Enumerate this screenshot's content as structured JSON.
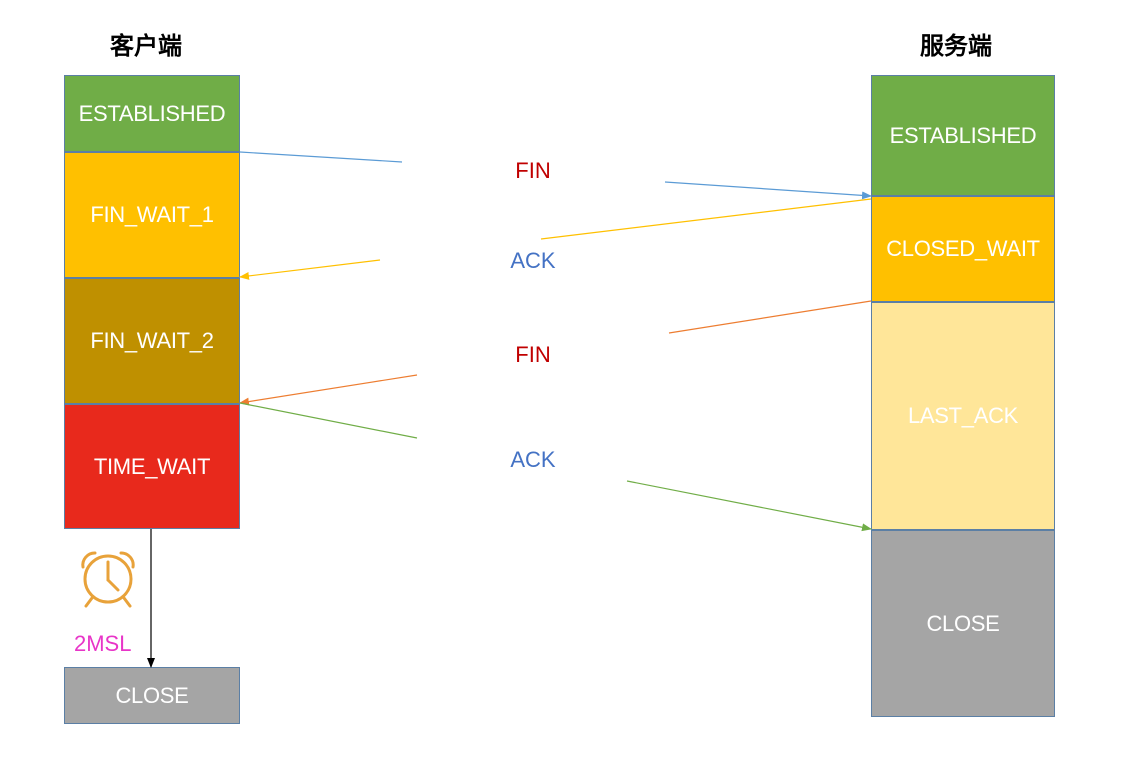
{
  "client": {
    "title": "客户端",
    "states": {
      "established": "ESTABLISHED",
      "fin_wait_1": "FIN_WAIT_1",
      "fin_wait_2": "FIN_WAIT_2",
      "time_wait": "TIME_WAIT",
      "close": "CLOSE"
    },
    "timer_label": "2MSL"
  },
  "server": {
    "title": "服务端",
    "states": {
      "established": "ESTABLISHED",
      "closed_wait": "CLOSED_WAIT",
      "last_ack": "LAST_ACK",
      "close": "CLOSE"
    }
  },
  "messages": {
    "fin1": "FIN",
    "ack1": "ACK",
    "fin2": "FIN",
    "ack2": "ACK"
  },
  "colors": {
    "established": "#70ad47",
    "fin_wait_1": "#ffc000",
    "fin_wait_2": "#bf9000",
    "time_wait": "#e8291c",
    "close": "#a5a5a5",
    "closed_wait": "#ffc000",
    "last_ack": "#ffe699",
    "fin_text": "#c00000",
    "ack_text": "#4472c4",
    "timer_text": "#e835c8",
    "alarm_icon": "#e8a23a",
    "arrow_fin1": "#5b9bd5",
    "arrow_ack1": "#ffc000",
    "arrow_fin2": "#ed7d31",
    "arrow_ack2": "#70ad47"
  }
}
